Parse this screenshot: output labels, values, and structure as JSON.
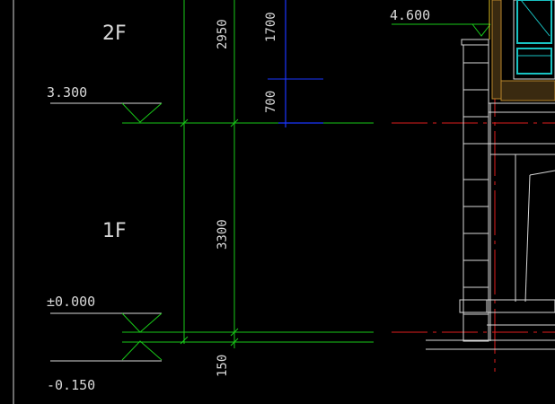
{
  "colors": {
    "background": "#000000",
    "dimension_lines": "#18c818",
    "axis_blue": "#1a36ff",
    "center_red": "#e01e1e",
    "text": "#d8d8d8",
    "elevation_lines": "#d8d8d8",
    "window_cyan": "#19c3c3",
    "wall_orange": "#b9872c"
  },
  "floor_labels": {
    "upper": "2F",
    "lower": "1F"
  },
  "elevation_marks": {
    "top": "4.600",
    "second_floor": "3.300",
    "ground": "±0.000",
    "below_ground": "-0.150"
  },
  "dimensions": {
    "d1": "2950",
    "d2": "1700",
    "d3": "700",
    "d4": "3300",
    "d5": "150"
  }
}
